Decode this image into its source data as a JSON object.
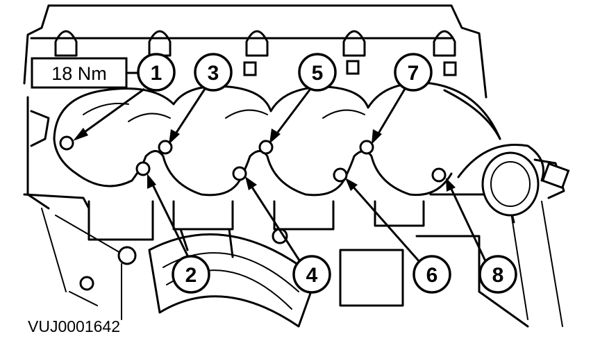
{
  "torque_label": "18 Nm",
  "figure_code": "VUJ0001642",
  "callouts": [
    {
      "number": "1"
    },
    {
      "number": "2"
    },
    {
      "number": "3"
    },
    {
      "number": "4"
    },
    {
      "number": "5"
    },
    {
      "number": "6"
    },
    {
      "number": "7"
    },
    {
      "number": "8"
    }
  ]
}
